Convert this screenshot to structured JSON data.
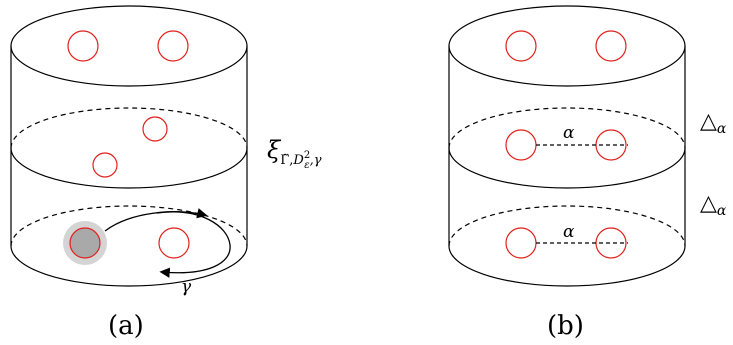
{
  "panels": {
    "a": {
      "caption": "(a)",
      "loop_label": "γ",
      "side_label": {
        "base": "ξ",
        "sub": "Γ̃,",
        "sub2": "D",
        "sub2_sup": "2",
        "sub2_sub": "ε",
        "sub3": ",γ"
      }
    },
    "b": {
      "caption": "(b)",
      "arc_label_middle": "α",
      "arc_label_bottom": "α",
      "delta_upper": "△",
      "delta_upper_sub": "α",
      "delta_lower": "△",
      "delta_lower_sub": "α"
    }
  },
  "colors": {
    "line": "#000000",
    "puncture": "#e0201b",
    "shaded_disk": "#a9a9a9",
    "shaded_halo": "#d4d4d4"
  }
}
